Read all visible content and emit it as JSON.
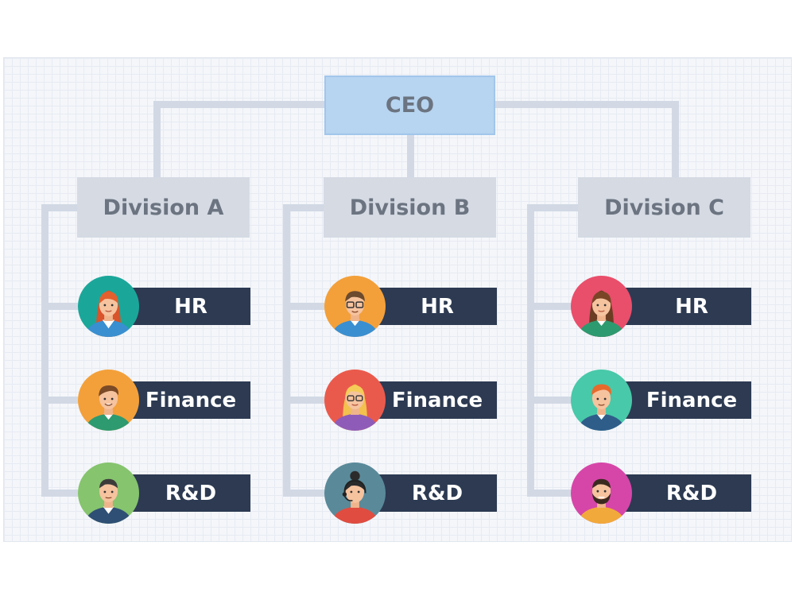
{
  "ceo": {
    "label": "CEO"
  },
  "divisions": [
    {
      "label": "Division A",
      "departments": [
        {
          "label": "HR",
          "avatar_icon": "woman-red-hair-avatar-icon",
          "bg": "#1aa79a"
        },
        {
          "label": "Finance",
          "avatar_icon": "man-brown-hair-avatar-icon",
          "bg": "#f3a03a"
        },
        {
          "label": "R&D",
          "avatar_icon": "man-dark-hair-avatar-icon",
          "bg": "#86c46e"
        }
      ]
    },
    {
      "label": "Division B",
      "departments": [
        {
          "label": "HR",
          "avatar_icon": "man-glasses-avatar-icon",
          "bg": "#f3a03a"
        },
        {
          "label": "Finance",
          "avatar_icon": "woman-blonde-glasses-avatar-icon",
          "bg": "#ea5a4c"
        },
        {
          "label": "R&D",
          "avatar_icon": "woman-headset-avatar-icon",
          "bg": "#5a8a9a"
        }
      ]
    },
    {
      "label": "Division C",
      "departments": [
        {
          "label": "HR",
          "avatar_icon": "woman-brown-hair-avatar-icon",
          "bg": "#e94e6b"
        },
        {
          "label": "Finance",
          "avatar_icon": "man-orange-hair-avatar-icon",
          "bg": "#48c9a9"
        },
        {
          "label": "R&D",
          "avatar_icon": "man-beard-avatar-icon",
          "bg": "#d646a8"
        }
      ]
    }
  ],
  "colors": {
    "ceo_box": "#b7d4f0",
    "division_box": "#d5dae3",
    "department_bar": "#2d3a52",
    "connector": "#d2d9e5"
  }
}
